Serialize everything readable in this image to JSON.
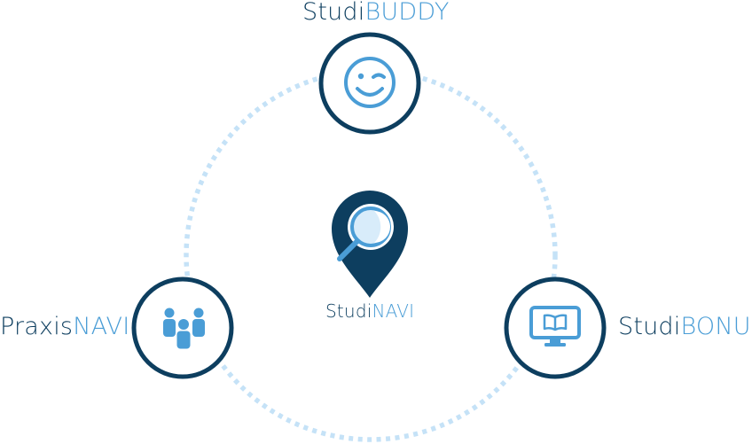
{
  "colors": {
    "dark": "#0d3e5f",
    "light": "#4a9dd6",
    "dotted_ring": "#c5e2f7",
    "pin_lens": "#d8ecfa"
  },
  "nodes": {
    "buddy": {
      "prefix": "Studi",
      "suffix": "BUDDY",
      "icon": "winking-smiley-icon"
    },
    "praxis": {
      "prefix": "Praxis",
      "suffix": "NAVI",
      "icon": "people-group-icon"
    },
    "bonus": {
      "prefix": "Studi",
      "suffix": "BONUS",
      "icon": "monitor-book-icon"
    },
    "center": {
      "prefix": "Studi",
      "suffix": "NAVI",
      "icon": "map-pin-magnifier-icon"
    }
  }
}
